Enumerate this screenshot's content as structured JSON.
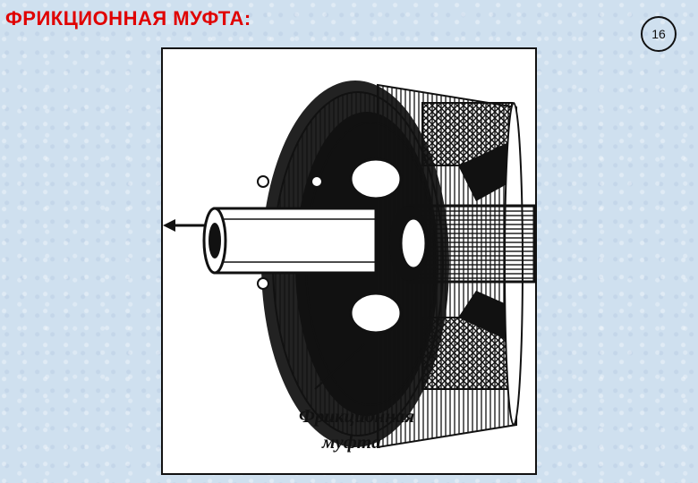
{
  "slide": {
    "title": "ФРИКЦИОННАЯ МУФТА:",
    "page_number": "16",
    "title_color": "#e00000"
  },
  "figure": {
    "caption_line1": "Фрикционная",
    "caption_line2": "муфта",
    "description_icon": "friction-clutch-cutaway-illustration"
  }
}
